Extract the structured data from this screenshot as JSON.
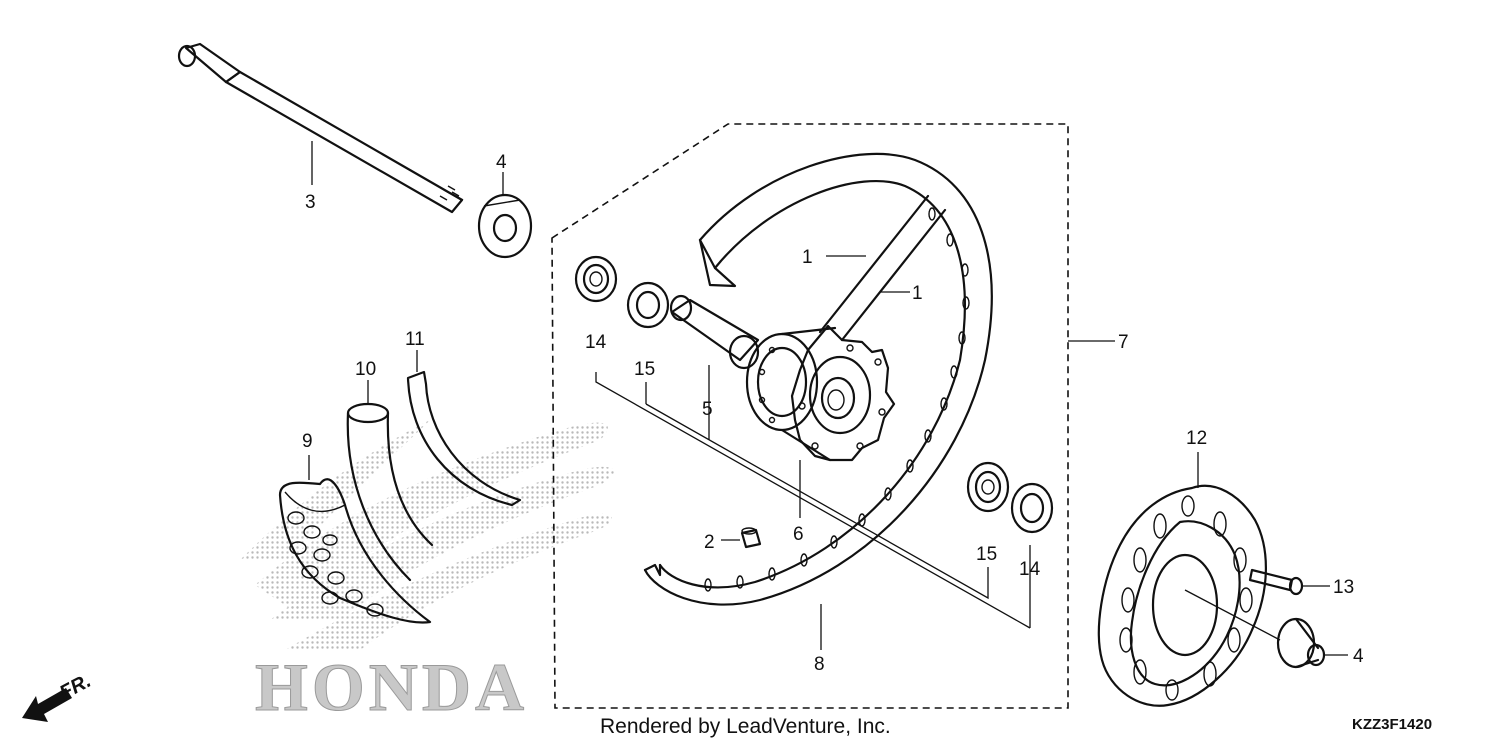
{
  "diagram": {
    "callouts": {
      "c1a": "1",
      "c1b": "1",
      "c2": "2",
      "c3": "3",
      "c4a": "4",
      "c4b": "4",
      "c5": "5",
      "c6": "6",
      "c7": "7",
      "c8": "8",
      "c9": "9",
      "c10": "10",
      "c11": "11",
      "c12": "12",
      "c13": "13",
      "c14a": "14",
      "c14b": "14",
      "c15a": "15",
      "c15b": "15"
    },
    "watermark": "HONDA",
    "front_arrow_label": "FR.",
    "credit": "Rendered by LeadVenture, Inc.",
    "diagram_code": "KZZ3F1420"
  },
  "colors": {
    "line": "#111111",
    "watermark": "#c8c8c8",
    "background": "#ffffff"
  },
  "icons": {
    "watermark_logo": "honda-wing-logo",
    "direction": "front-arrow-icon"
  }
}
